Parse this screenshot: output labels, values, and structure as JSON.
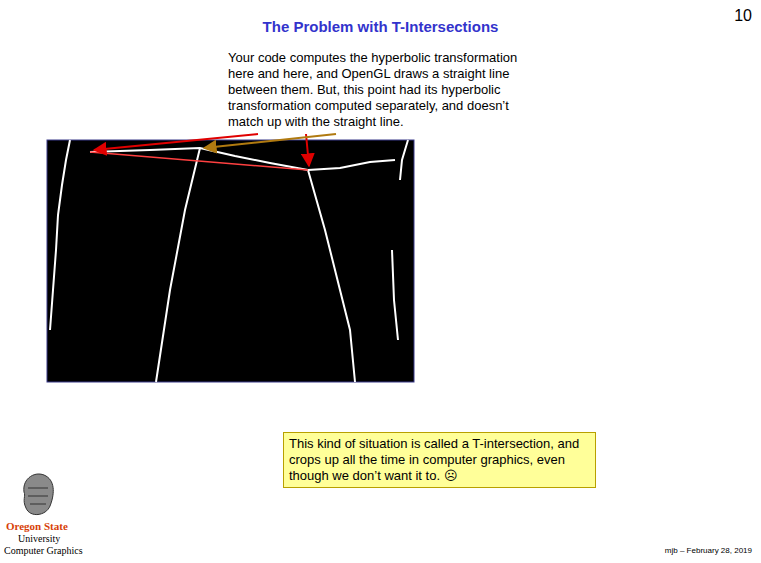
{
  "diagram": {
    "title": "The Problem with T-Intersections",
    "nodes": [
      {
        "text": [
          "This kind of situation is called a T-intersection, and crops up all the time in computer graphics, even though we don’t want it to. ☹"
        ]
      }
    ],
    "labels": [
      "10",
      "Your code computes the hyperbolic transformation here and here, and OpenGL draws a straight line between them. But, this point had its hyperbolic transformation computed separately, and doesn’t match up with the straight line.",
      "Oregon State",
      "University",
      "Computer Graphics",
      "mjb – February 28, 2019"
    ]
  }
}
